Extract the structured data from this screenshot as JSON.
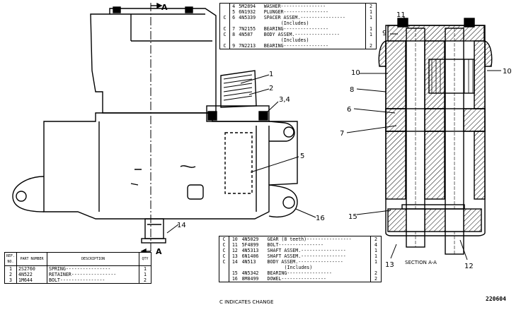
{
  "section_marks": {
    "top": "A",
    "bottom": "A"
  },
  "callouts_left": [
    "1",
    "2",
    "3,4",
    "5",
    "14",
    "16"
  ],
  "callouts_right": [
    "11",
    "9",
    "10",
    "10",
    "8",
    "6",
    "7",
    "15",
    "13",
    "12"
  ],
  "section_label": "SECTION A-A",
  "change_note": "C INDICATES CHANGE",
  "figure_id": "220604",
  "table_top": [
    {
      "flag": "",
      "ref": "4",
      "part": "5M2894",
      "desc": "WASHER",
      "qty": "2"
    },
    {
      "flag": "",
      "ref": "5",
      "part": "6N1932",
      "desc": "PLUNGER",
      "qty": "1"
    },
    {
      "flag": "C",
      "ref": "6",
      "part": "4N5339",
      "desc": "SPACER ASSEM.",
      "qty": "1"
    },
    {
      "flag": "",
      "ref": "",
      "part": "",
      "desc": "(Includes)",
      "qty": "",
      "indent": true
    },
    {
      "flag": "C",
      "ref": "7",
      "part": "7N2155",
      "desc": "BEARING",
      "qty": "1"
    },
    {
      "flag": "C",
      "ref": "8",
      "part": "4N587",
      "desc": "BODY ASSEM.",
      "qty": "1"
    },
    {
      "flag": "",
      "ref": "",
      "part": "",
      "desc": "(Includes)",
      "qty": "",
      "indent": true
    },
    {
      "flag": "C",
      "ref": "9",
      "part": "7N2213",
      "desc": "BEARING",
      "qty": "2"
    }
  ],
  "table_bottom": [
    {
      "flag": "C",
      "ref": "10",
      "part": "4N5029",
      "desc": "GEAR (8 teeth)",
      "qty": "2"
    },
    {
      "flag": "C",
      "ref": "11",
      "part": "5F4899",
      "desc": "BOLT",
      "qty": "4"
    },
    {
      "flag": "C",
      "ref": "12",
      "part": "4N5313",
      "desc": "SHAFT ASSEM.",
      "qty": "1"
    },
    {
      "flag": "C",
      "ref": "13",
      "part": "6N1406",
      "desc": "SHAFT ASSEM.",
      "qty": "1"
    },
    {
      "flag": "C",
      "ref": "14",
      "part": "4N513",
      "desc": "BODY ASSEM.",
      "qty": "1"
    },
    {
      "flag": "",
      "ref": "",
      "part": "",
      "desc": "(Includes)",
      "qty": "",
      "indent": true
    },
    {
      "flag": "",
      "ref": "15",
      "part": "4N5342",
      "desc": "BEARING",
      "qty": "2"
    },
    {
      "flag": "",
      "ref": "16",
      "part": "8M8499",
      "desc": "DOWEL",
      "qty": "2"
    }
  ],
  "table_left": {
    "headers": [
      "REF. NO.",
      "PART NUMBER",
      "DESCRIPTION",
      "QTY"
    ],
    "rows": [
      {
        "ref": "1",
        "part": "2S2760",
        "desc": "SPRING",
        "qty": "1"
      },
      {
        "ref": "2",
        "part": "4N522",
        "desc": "RETAINER",
        "qty": "1"
      },
      {
        "ref": "3",
        "part": "1M644",
        "desc": "BOLT",
        "qty": "2"
      }
    ]
  }
}
